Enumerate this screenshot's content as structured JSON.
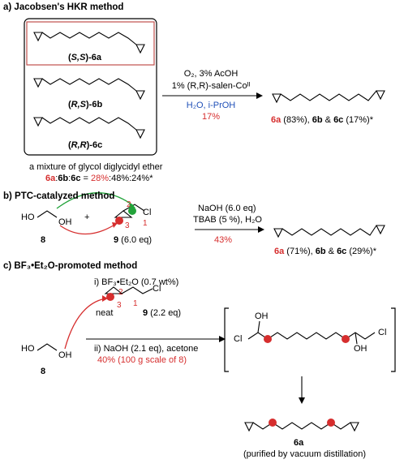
{
  "section_a": {
    "title": "a) Jacobsen's HKR method",
    "isomers": [
      {
        "prefix": "(",
        "config": "S,S",
        "suffix": ")-6a"
      },
      {
        "prefix": "(",
        "config": "R,S",
        "suffix": ")-6b"
      },
      {
        "prefix": "(",
        "config": "R,R",
        "suffix": ")-6c"
      }
    ],
    "mixture_line1": "a mixture of glycol diglycidyl ether",
    "ratio": {
      "a": "6a",
      "sep1": ":",
      "b": "6b",
      "sep2": ":",
      "c": "6c",
      "eq": " = ",
      "v1": "28%",
      "rest": ":48%:24%*"
    },
    "conditions": {
      "line1": "O₂, 3% AcOH",
      "line2": "1% (R,R)-salen-Coᴵᴵ",
      "solvent": "H₂O, i-PrOH",
      "yield": "17%"
    },
    "product": {
      "a": "6a",
      "a_pct": " (83%), ",
      "b": "6b",
      "amp": " & ",
      "c": "6c",
      "rest": " (17%)*"
    }
  },
  "section_b": {
    "title": "b) PTC-catalyzed method",
    "reagent_8": "8",
    "reagent_9": "9",
    "reagent_9_eq": " (6.0 eq)",
    "cond1": "NaOH (6.0 eq)",
    "cond2": "TBAB (5 %), H₂O",
    "yield": "43%",
    "product": {
      "a": "6a",
      "a_pct": " (71%), ",
      "b": "6b",
      "amp": " & ",
      "c": "6c",
      "rest": " (29%)*"
    },
    "atoms": {
      "cl": "Cl",
      "n1": "1",
      "n2": "2",
      "n3": "3",
      "oh1": "HO",
      "oh2": "OH"
    }
  },
  "section_c": {
    "title": "c) BF₃•Et₂O-promoted method",
    "step1": "i) BF₃•Et₂O (0.7 wt%)",
    "neat": "neat",
    "reagent_9": "9",
    "reagent_9_eq": " (2.2 eq)",
    "step2": "ii) NaOH (2.1 eq), acetone",
    "yield": "40% (100 g scale of 8)",
    "reagent_8": "8",
    "product": "6a",
    "purification": "(purified by vacuum distillation)",
    "atoms": {
      "cl": "Cl",
      "oh": "OH",
      "n1": "1",
      "n2": "2",
      "n3": "3",
      "ho": "HO",
      "oh2": "OH"
    }
  },
  "colors": {
    "red": "#d62e2e",
    "green": "#22a33a",
    "blue": "#2050b8"
  }
}
